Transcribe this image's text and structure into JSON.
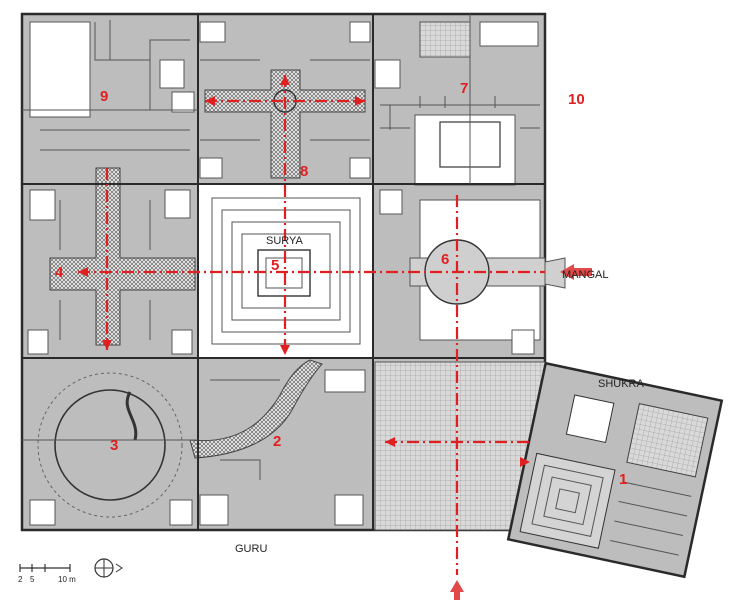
{
  "labels": {
    "surya": "SURYA",
    "mangal": "MANGAL",
    "shukra": "SHUKRA",
    "guru": "GURU"
  },
  "zones": [
    "1",
    "2",
    "3",
    "4",
    "5",
    "6",
    "7",
    "8",
    "9",
    "10"
  ],
  "scale": {
    "t0": "2",
    "t1": "5",
    "t2": "10 m"
  },
  "colors": {
    "axis": "#e02020",
    "block": "#bdbdbd",
    "court": "#ffffff",
    "wall": "#2a2a2a"
  }
}
